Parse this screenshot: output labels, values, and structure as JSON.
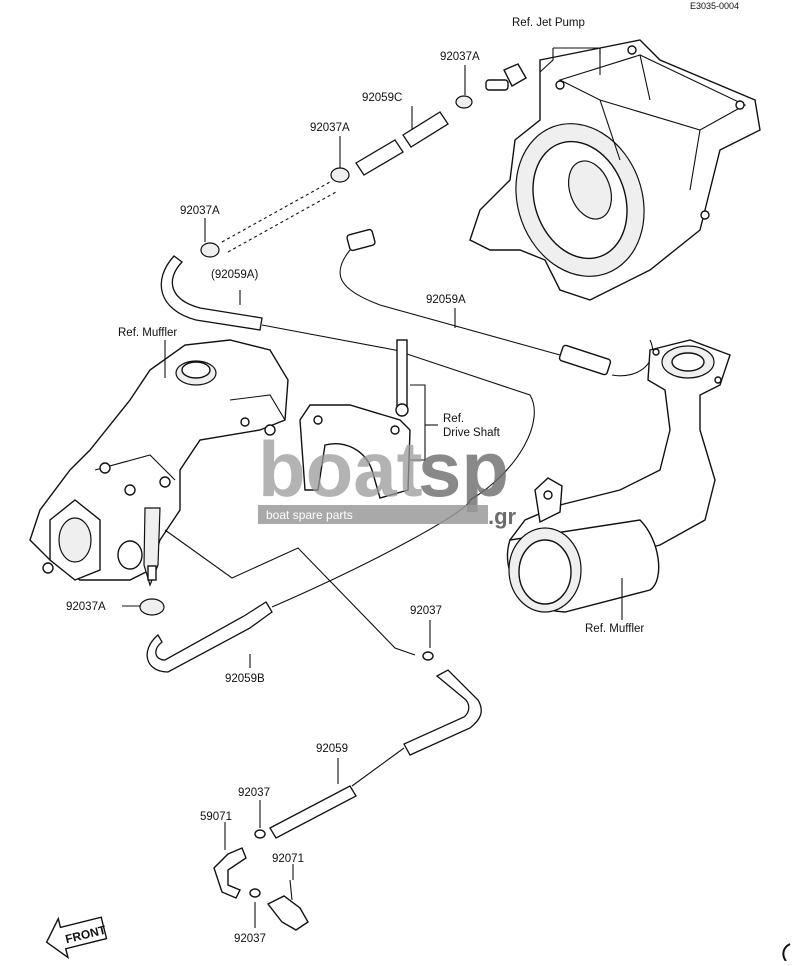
{
  "diagram": {
    "code": "E3035-0004",
    "labels": {
      "ref_jet_pump": "Ref. Jet Pump",
      "ref_muffler_left": "Ref. Muffler",
      "ref_muffler_right": "Ref. Muffler",
      "ref_drive_shaft_1": "Ref.",
      "ref_drive_shaft_2": "Drive Shaft",
      "p92037A_1": "92037A",
      "p92059C": "92059C",
      "p92037A_2": "92037A",
      "p92037A_3": "92037A",
      "p92059A_paren": "(92059A)",
      "p92059A": "92059A",
      "p92037A_4": "92037A",
      "p92037_1": "92037",
      "p92059B": "92059B",
      "p92059": "92059",
      "p92037_2": "92037",
      "p59071": "59071",
      "p92071": "92071",
      "p92037_3": "92037",
      "front": "FRONT"
    }
  },
  "watermark": {
    "text_main": "boat",
    "text_sp": "sp",
    "text_gr": ".gr",
    "tagline": "boat spare parts"
  }
}
